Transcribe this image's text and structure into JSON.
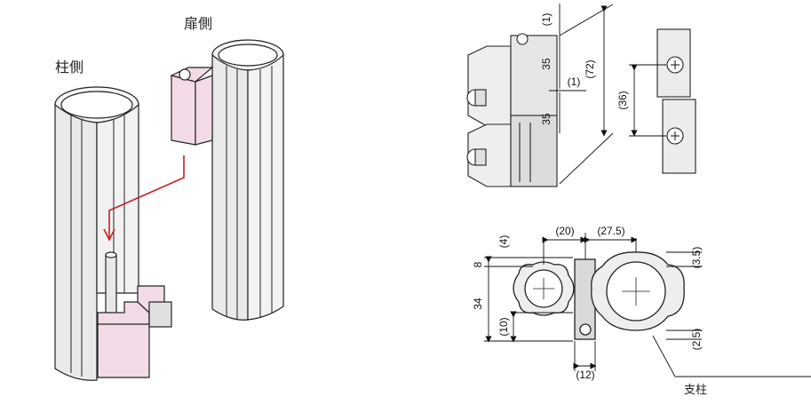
{
  "labels": {
    "pillar_side": "柱側",
    "door_side": "扉側",
    "support_post": "支柱"
  },
  "dimensions": {
    "top_gap": "(1)",
    "upper_height": "35",
    "mid_gap": "(1)",
    "lower_height": "35",
    "total_height": "(72)",
    "hole_pitch": "(36)",
    "left_width": "(20)",
    "right_width": "(27.5)",
    "top_offset": "(4)",
    "plate_thickness": "8",
    "body_height": "34",
    "bottom_offset": "(10)",
    "bottom_width": "(12)",
    "right_top": "(3.5)",
    "right_bottom": "(2.5)"
  },
  "colors": {
    "hinge_fill": "#f2dbe6",
    "arrow": "#c8201e",
    "line": "#222222",
    "metal": "#e6e6e6"
  }
}
